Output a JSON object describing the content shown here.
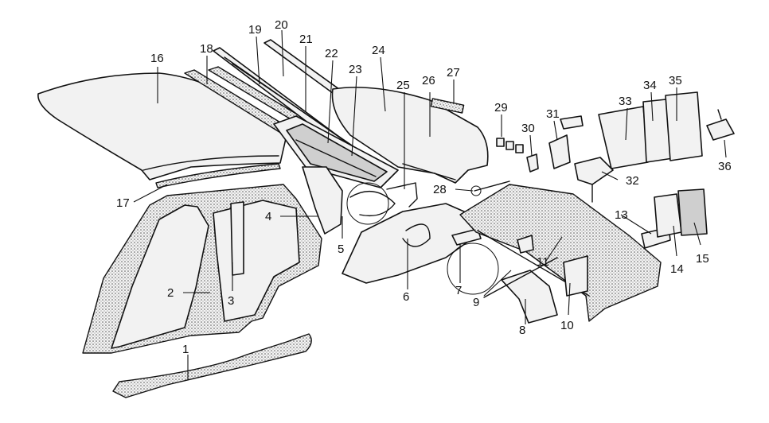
{
  "diagram": {
    "callouts": [
      {
        "id": "1",
        "label": "1"
      },
      {
        "id": "2",
        "label": "2"
      },
      {
        "id": "3",
        "label": "3"
      },
      {
        "id": "4",
        "label": "4"
      },
      {
        "id": "5",
        "label": "5"
      },
      {
        "id": "6",
        "label": "6"
      },
      {
        "id": "7",
        "label": "7"
      },
      {
        "id": "8",
        "label": "8"
      },
      {
        "id": "9",
        "label": "9"
      },
      {
        "id": "10",
        "label": "10"
      },
      {
        "id": "11",
        "label": "11"
      },
      {
        "id": "13",
        "label": "13"
      },
      {
        "id": "14",
        "label": "14"
      },
      {
        "id": "15",
        "label": "15"
      },
      {
        "id": "16",
        "label": "16"
      },
      {
        "id": "17",
        "label": "17"
      },
      {
        "id": "18",
        "label": "18"
      },
      {
        "id": "19",
        "label": "19"
      },
      {
        "id": "20",
        "label": "20"
      },
      {
        "id": "21",
        "label": "21"
      },
      {
        "id": "22",
        "label": "22"
      },
      {
        "id": "23",
        "label": "23"
      },
      {
        "id": "24",
        "label": "24"
      },
      {
        "id": "25",
        "label": "25"
      },
      {
        "id": "26",
        "label": "26"
      },
      {
        "id": "27",
        "label": "27"
      },
      {
        "id": "28",
        "label": "28"
      },
      {
        "id": "29",
        "label": "29"
      },
      {
        "id": "30",
        "label": "30"
      },
      {
        "id": "31",
        "label": "31"
      },
      {
        "id": "32",
        "label": "32"
      },
      {
        "id": "33",
        "label": "33"
      },
      {
        "id": "34",
        "label": "34"
      },
      {
        "id": "35",
        "label": "35"
      },
      {
        "id": "36",
        "label": "36"
      }
    ]
  }
}
